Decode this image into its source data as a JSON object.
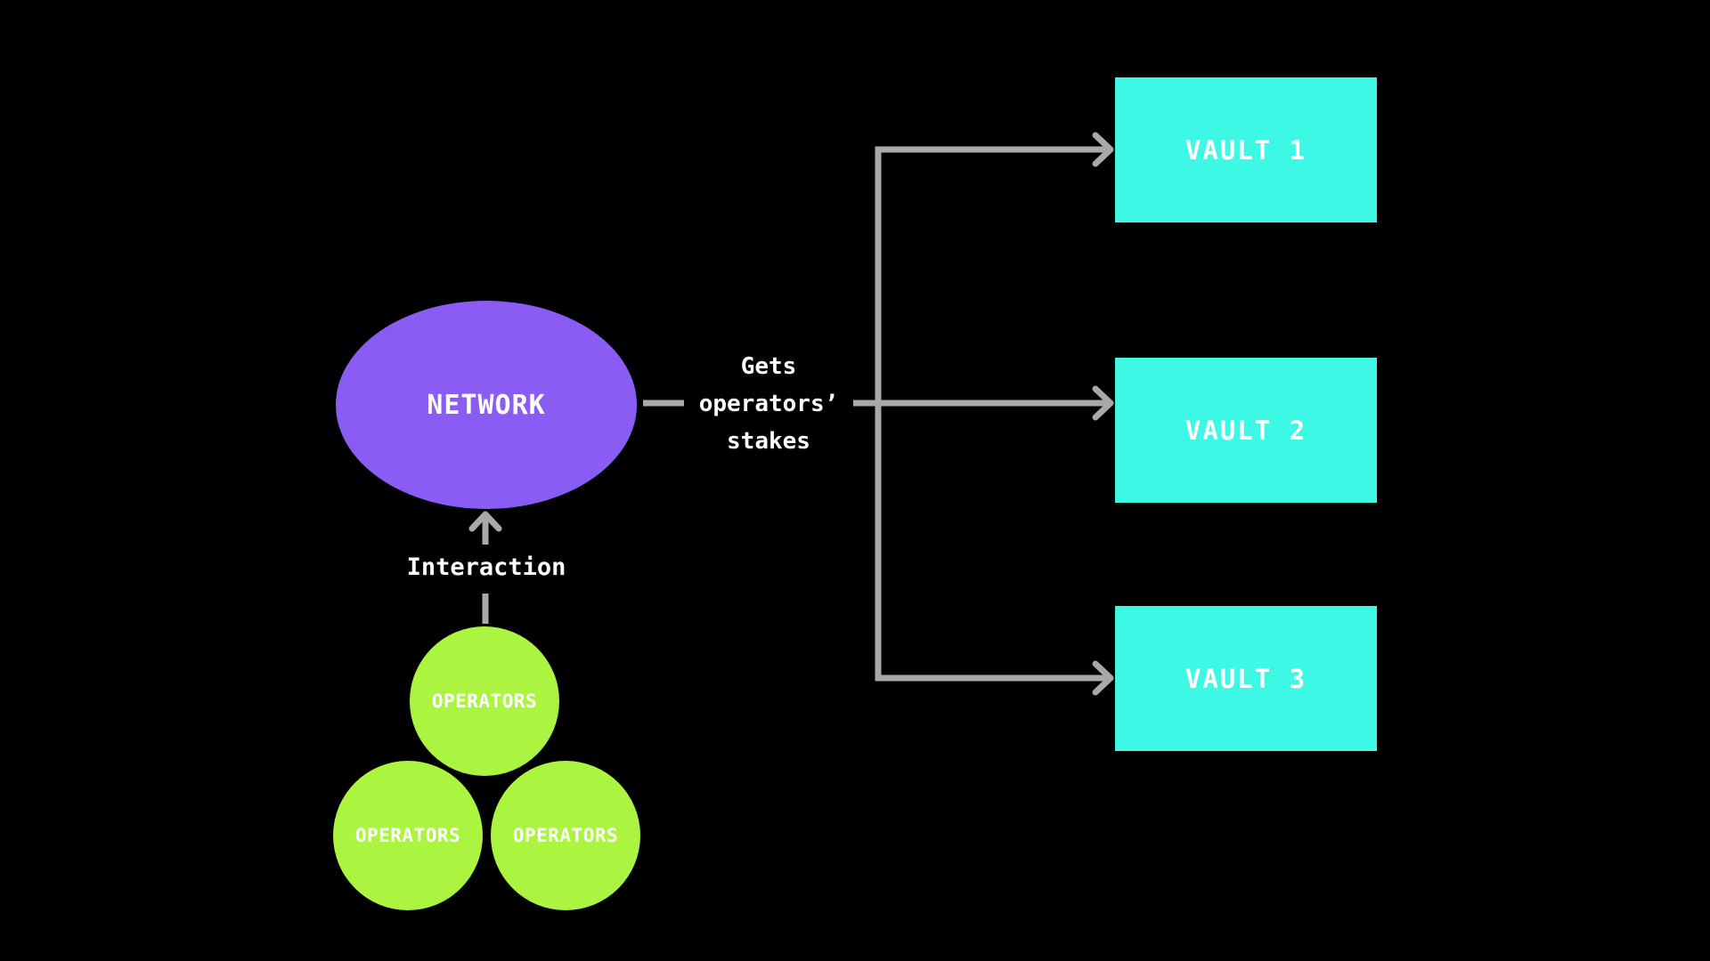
{
  "diagram": {
    "background_color": "#000000",
    "line_color": "#a9a9a9",
    "text_color": "#ffffff"
  },
  "network": {
    "label": "NETWORK",
    "color": "#8a5cf3"
  },
  "vaults": {
    "color": "#3cf8e5",
    "items": [
      {
        "label": "VAULT 1"
      },
      {
        "label": "VAULT 2"
      },
      {
        "label": "VAULT 3"
      }
    ]
  },
  "operators": {
    "color": "#abf440",
    "items": [
      {
        "label": "OPERATORS"
      },
      {
        "label": "OPERATORS"
      },
      {
        "label": "OPERATORS"
      }
    ]
  },
  "edges": {
    "stakes_label": {
      "line1": "Gets",
      "line2": "operators’",
      "line3": "stakes"
    },
    "interaction_label": "Interaction"
  }
}
